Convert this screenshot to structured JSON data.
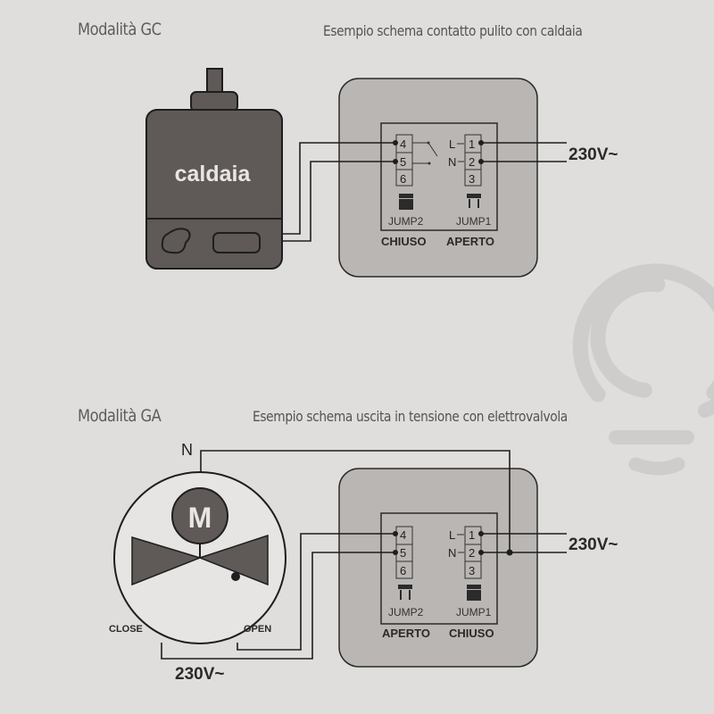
{
  "section_gc": {
    "title": "Modalità GC",
    "subtitle": "Esempio schema contatto pulito con caldaia",
    "device_label": "caldaia",
    "terminals_left": [
      "4",
      "5",
      "6"
    ],
    "terminals_right": [
      "1",
      "2",
      "3"
    ],
    "line_labels": [
      "L",
      "N"
    ],
    "jumper_left": "JUMP2",
    "jumper_right": "JUMP1",
    "state_left": "CHIUSO",
    "state_right": "APERTO",
    "supply_label": "230V~"
  },
  "section_ga": {
    "title": "Modalità GA",
    "subtitle": "Esempio schema uscita in tensione con elettrovalvola",
    "neutral_label": "N",
    "motor_label": "M",
    "close_label": "CLOSE",
    "open_label": "OPEN",
    "terminals_left": [
      "4",
      "5",
      "6"
    ],
    "terminals_right": [
      "1",
      "2",
      "3"
    ],
    "line_labels": [
      "L",
      "N"
    ],
    "jumper_left": "JUMP2",
    "jumper_right": "JUMP1",
    "state_left": "APERTO",
    "state_right": "CHIUSO",
    "supply_label_right": "230V~",
    "supply_label_bottom": "230V~"
  },
  "colors": {
    "background": "#dfdedd",
    "device_dark": "#5f5a57",
    "thermostat_body": "#bab6b3",
    "watermark": "#cfcdcc",
    "line": "#222222"
  }
}
